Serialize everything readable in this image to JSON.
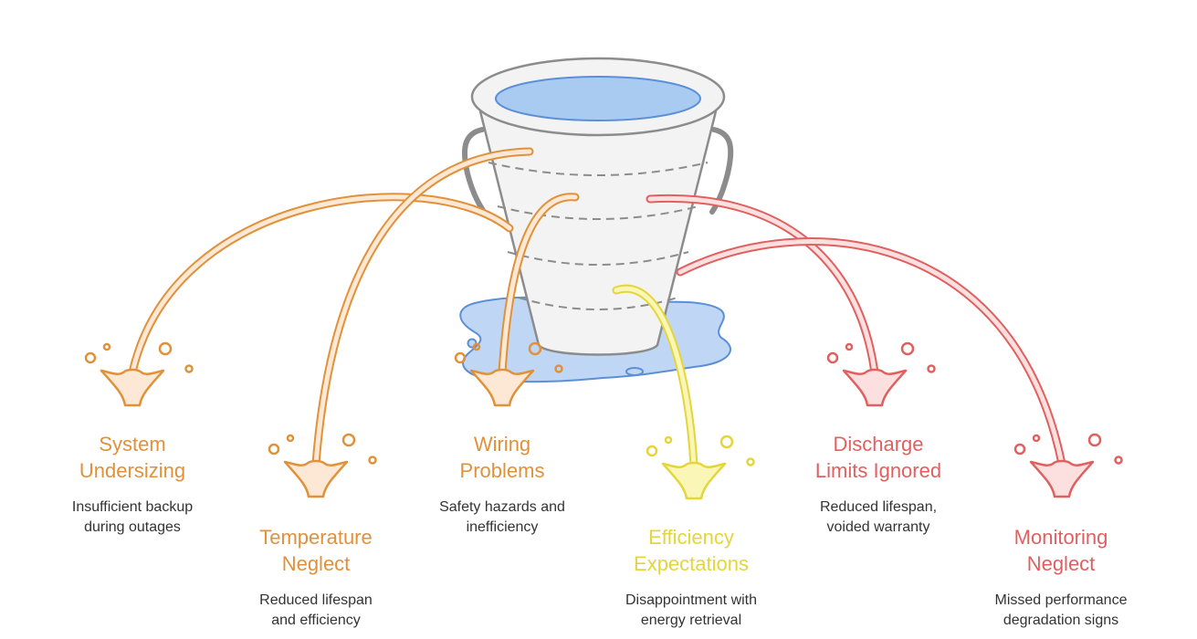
{
  "colors": {
    "orange": "#E0913A",
    "orange_fill": "#FCE8D4",
    "yellow": "#E4D63A",
    "yellow_fill": "#FAF6B8",
    "red": "#E06060",
    "red_fill": "#FCE0E0",
    "bucket_stroke": "#8C8C8C",
    "bucket_fill": "#F3F3F3",
    "water_stroke": "#5B8FD6",
    "water_fill": "#A9CBF2",
    "puddle_fill": "#BFD7F5"
  },
  "items": [
    {
      "key": "system_undersizing",
      "title": "System\nUndersizing",
      "description": "Insufficient backup\nduring outages",
      "color": "orange"
    },
    {
      "key": "temperature_neglect",
      "title": "Temperature\nNeglect",
      "description": "Reduced lifespan\nand efficiency",
      "color": "orange"
    },
    {
      "key": "wiring_problems",
      "title": "Wiring\nProblems",
      "description": "Safety hazards and\ninefficiency",
      "color": "orange"
    },
    {
      "key": "efficiency_expectations",
      "title": "Efficiency\nExpectations",
      "description": "Disappointment with\nenergy retrieval",
      "color": "yellow"
    },
    {
      "key": "discharge_limits_ignored",
      "title": "Discharge\nLimits Ignored",
      "description": "Reduced lifespan,\nvoided warranty",
      "color": "red"
    },
    {
      "key": "monitoring_neglect",
      "title": "Monitoring\nNeglect",
      "description": "Missed performance\ndegradation signs",
      "color": "red"
    }
  ]
}
